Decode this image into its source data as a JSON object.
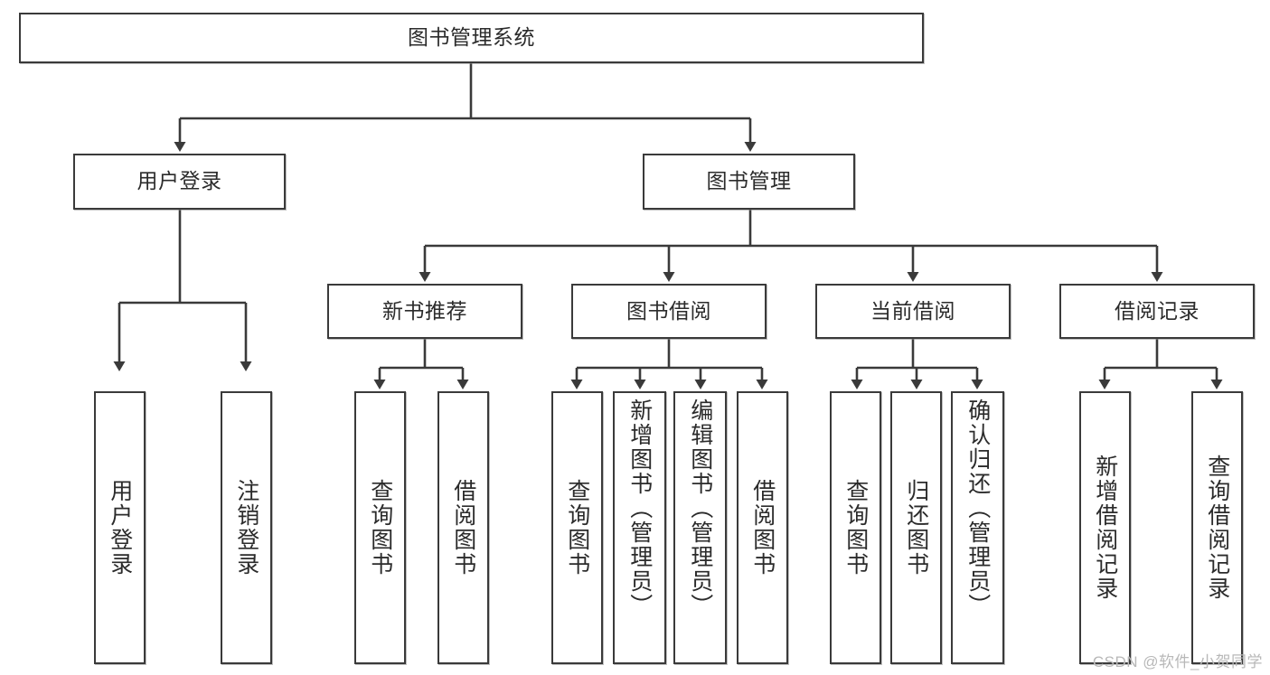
{
  "diagram": {
    "title": "图书管理系统",
    "type": "hierarchy-tree",
    "root": {
      "id": "root",
      "label": "图书管理系统"
    },
    "level2": [
      {
        "id": "user-login",
        "label": "用户登录"
      },
      {
        "id": "book-management",
        "label": "图书管理"
      }
    ],
    "level3": [
      {
        "id": "new-book-recommend",
        "label": "新书推荐",
        "parent": "book-management"
      },
      {
        "id": "book-borrow",
        "label": "图书借阅",
        "parent": "book-management"
      },
      {
        "id": "current-borrow",
        "label": "当前借阅",
        "parent": "book-management"
      },
      {
        "id": "borrow-record",
        "label": "借阅记录",
        "parent": "book-management"
      }
    ],
    "leaves": [
      {
        "id": "leaf-user-login",
        "label": "用户登录",
        "parent": "user-login"
      },
      {
        "id": "leaf-logout-login",
        "label": "注销登录",
        "parent": "user-login"
      },
      {
        "id": "leaf-query-book-1",
        "label": "查询图书",
        "parent": "new-book-recommend"
      },
      {
        "id": "leaf-borrow-book-1",
        "label": "借阅图书",
        "parent": "new-book-recommend"
      },
      {
        "id": "leaf-query-book-2",
        "label": "查询图书",
        "parent": "book-borrow"
      },
      {
        "id": "leaf-add-book",
        "label": "新增图书（管理员）",
        "parent": "book-borrow"
      },
      {
        "id": "leaf-edit-book",
        "label": "编辑图书（管理员）",
        "parent": "book-borrow"
      },
      {
        "id": "leaf-borrow-book-2",
        "label": "借阅图书",
        "parent": "book-borrow"
      },
      {
        "id": "leaf-query-book-3",
        "label": "查询图书",
        "parent": "current-borrow"
      },
      {
        "id": "leaf-return-book",
        "label": "归还图书",
        "parent": "current-borrow"
      },
      {
        "id": "leaf-confirm-return",
        "label": "确认归还（管理员）",
        "parent": "current-borrow"
      },
      {
        "id": "leaf-add-record",
        "label": "新增借阅记录",
        "parent": "borrow-record"
      },
      {
        "id": "leaf-query-record",
        "label": "查询借阅记录",
        "parent": "borrow-record"
      }
    ],
    "colors": {
      "box_border": "#3a3a3a",
      "box_fill": "#ffffff",
      "text": "#2b2b2b",
      "connector": "#3a3a3a",
      "watermark": "#b8b8b8"
    }
  },
  "watermark": {
    "text": "CSDN @软件_小贺同学"
  }
}
